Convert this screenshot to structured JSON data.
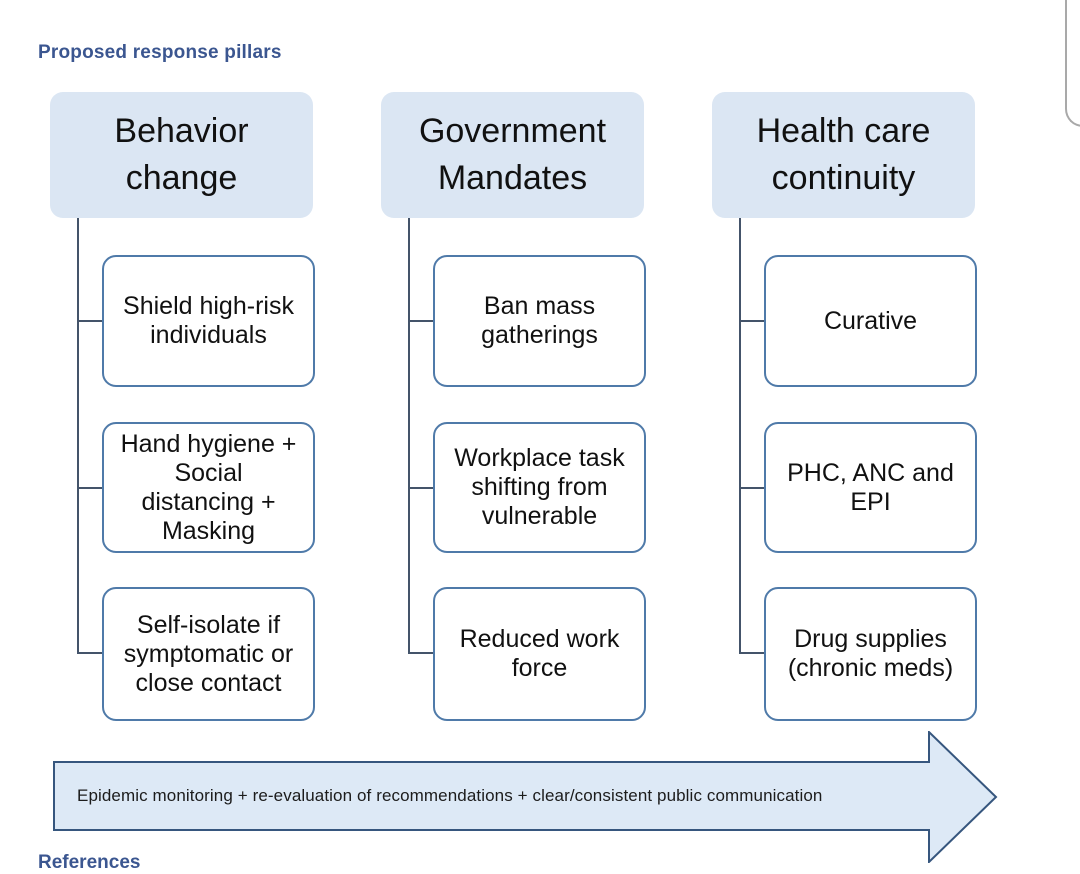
{
  "page": {
    "title": "Proposed response pillars",
    "footer_heading": "References"
  },
  "pillars": [
    {
      "title": "Behavior\nchange",
      "items": [
        "Shield high-risk\nindividuals",
        "Hand hygiene +\nSocial\ndistancing +\nMasking",
        "Self-isolate if\nsymptomatic or\nclose contact"
      ]
    },
    {
      "title": "Government\nMandates",
      "items": [
        "Ban mass\ngatherings",
        "Workplace task\nshifting from\nvulnerable",
        "Reduced work\nforce"
      ]
    },
    {
      "title": "Health care\ncontinuity",
      "items": [
        "Curative",
        "PHC, ANC and\nEPI",
        "Drug supplies\n(chronic meds)"
      ]
    }
  ],
  "arrow": {
    "label": "Epidemic monitoring +  re-evaluation of recommendations + clear/consistent public communication"
  },
  "colors": {
    "pillar_header_fill": "#dbe6f3",
    "node_border": "#4f7aa9",
    "connector": "#44546a",
    "arrow_fill": "#dde9f6",
    "arrow_stroke": "#36567e",
    "heading_text": "#3b5690"
  }
}
